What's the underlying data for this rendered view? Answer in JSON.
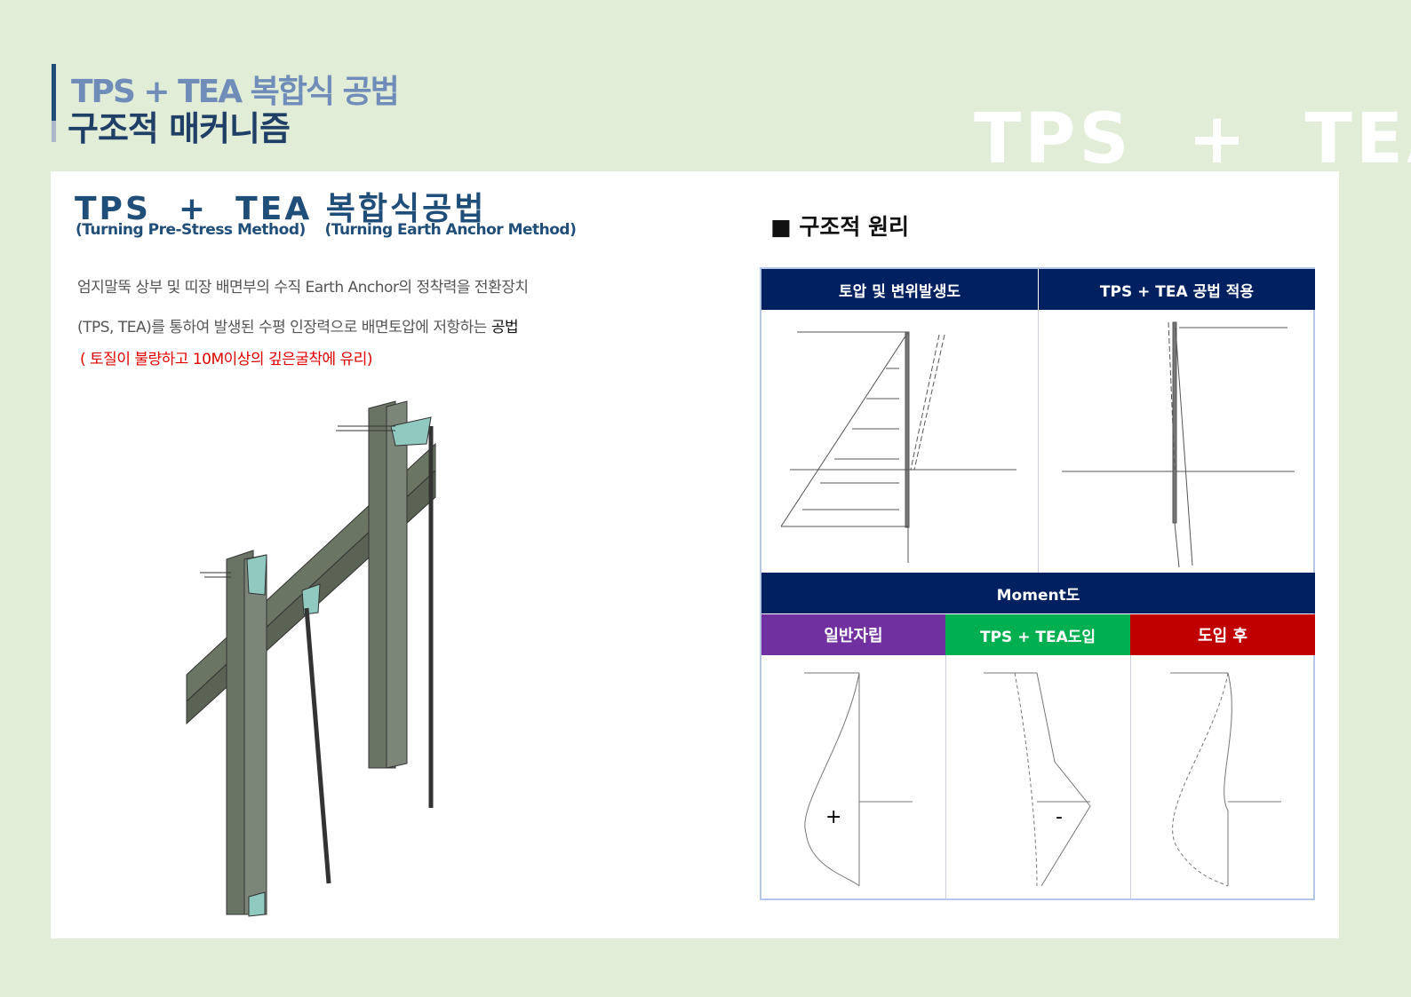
{
  "header": {
    "title_line1": "TPS + TEA 복합식 공법",
    "title_line2": "구조적 매커니즘",
    "watermark": "TPS  +  TEA"
  },
  "main": {
    "heading": "TPS  +  TEA 복합식공법",
    "subheading": "(Turning Pre-Stress Method)    (Turning Earth Anchor Method)",
    "desc_line1": "엄지말뚝 상부 및 띠장 배면부의 수직 Earth Anchor의 정착력을 전환장치",
    "desc_line2": "(TPS, TEA)를 통하여 발생된 수평 인장력으로 배면토압에 저항하는 ",
    "desc_line2_end": "공법",
    "note": "( 토질이 불량하고 10M이상의 깊은굴착에 유리)"
  },
  "principle": {
    "section_title": "■ 구조적 원리",
    "col1_header": "토압 및 변위발생도",
    "col2_header": "TPS + TEA 공법 적용",
    "moment_header": "Moment도",
    "sub_headers": [
      "일반자립",
      "TPS + TEA도입",
      "도입 후"
    ],
    "plus_label": "+",
    "minus_label": "-",
    "colors": {
      "navy": "#002060",
      "purple": "#7030a0",
      "green": "#00b050",
      "red": "#c00000"
    }
  }
}
